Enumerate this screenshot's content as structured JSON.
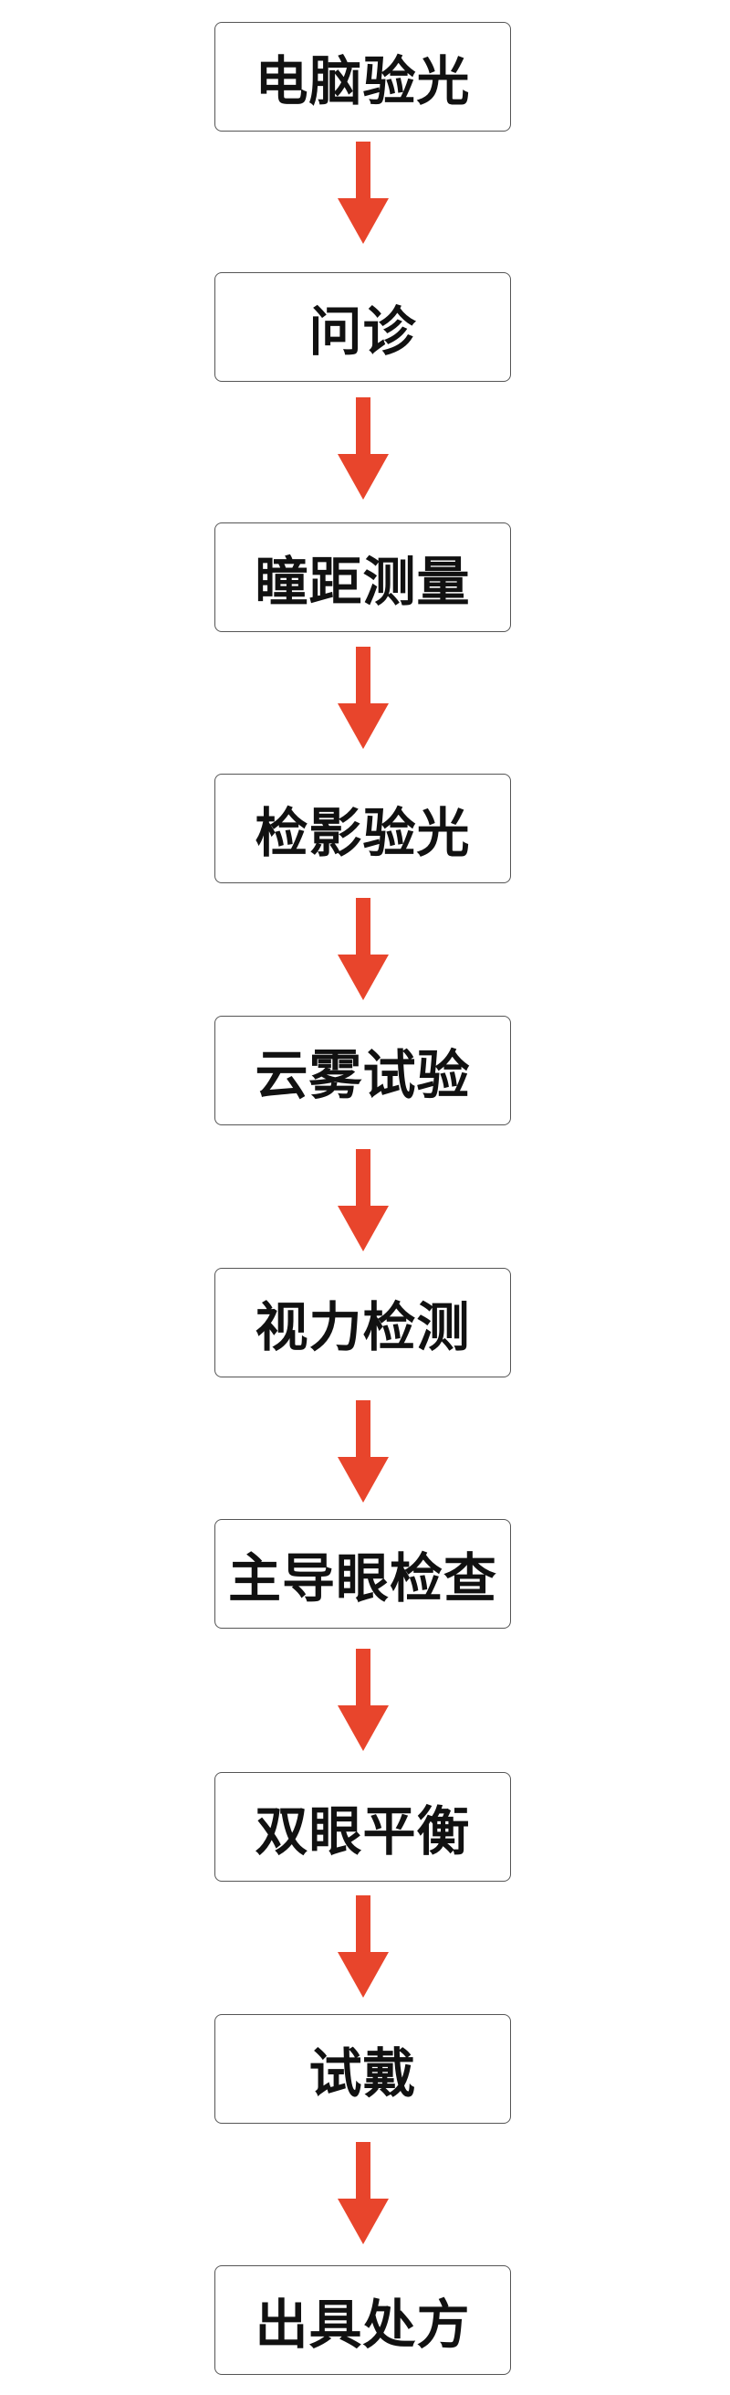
{
  "flowchart": {
    "steps": [
      {
        "label": "电脑验光"
      },
      {
        "label": "问诊"
      },
      {
        "label": "瞳距测量"
      },
      {
        "label": "检影验光"
      },
      {
        "label": "云雾试验"
      },
      {
        "label": "视力检测"
      },
      {
        "label": "主导眼检查"
      },
      {
        "label": "双眼平衡"
      },
      {
        "label": "试戴"
      },
      {
        "label": "出具处方"
      }
    ],
    "colors": {
      "arrow": "#e8452c",
      "box_border": "#555555",
      "text": "#111111"
    },
    "arrow_icon": "down-arrow-icon"
  }
}
